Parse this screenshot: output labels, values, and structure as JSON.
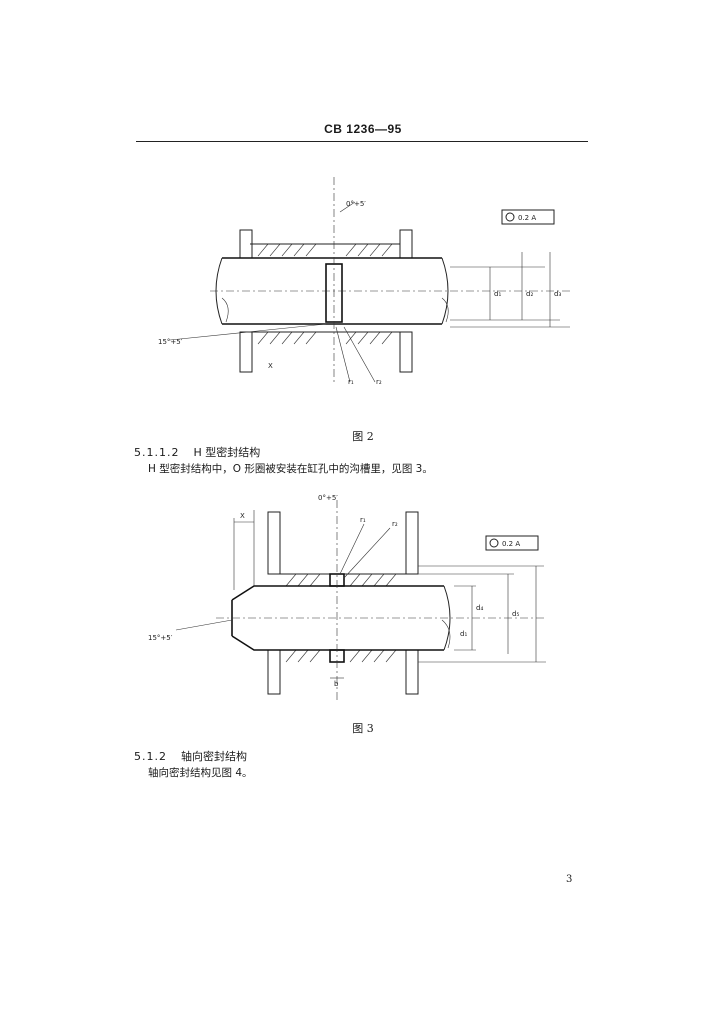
{
  "header": {
    "standard_no": "CB 1236—95"
  },
  "figure2": {
    "caption": "图 2",
    "labels": {
      "angle_top": "0°+5′",
      "angle_left": "15°+5′",
      "d1": "d₁",
      "d2": "d₂",
      "d3": "d₃",
      "x": "X",
      "r1": "r₁",
      "r2": "r₂",
      "roughness": "0.2 A"
    }
  },
  "section_5112": {
    "number": "5.1.1.2",
    "title": "H 型密封结构",
    "body": "H 型密封结构中，O 形圈被安装在缸孔中的沟槽里，见图 3。"
  },
  "figure3": {
    "caption": "图 3",
    "labels": {
      "angle_top": "0°+5′",
      "angle_left": "15°+5′",
      "x": "X",
      "r1": "r₁",
      "r2": "r₂",
      "d1": "d₁",
      "d4": "d₄",
      "d5": "d₅",
      "b": "b",
      "roughness": "0.2 A"
    }
  },
  "section_512": {
    "number": "5.1.2",
    "title": "轴向密封结构",
    "body": "轴向密封结构见图 4。"
  },
  "page_number": "3"
}
